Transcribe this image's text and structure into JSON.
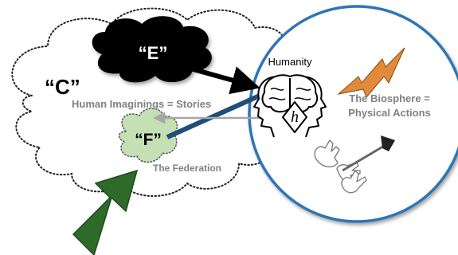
{
  "diagram": {
    "cloud_c": {
      "label": "“C”",
      "caption": "Human Imaginings = Stories"
    },
    "cloud_e": {
      "label": "“E”"
    },
    "cloud_f": {
      "label": "“F”",
      "caption": "The Federation"
    },
    "biosphere": {
      "title": "Humanity",
      "caption_line1": "The Biosphere =",
      "caption_line2": "Physical Actions",
      "head_glyph": "h"
    },
    "colors": {
      "arrow_e": "#000000",
      "arrow_f": "#1f4e79",
      "arrow_return": "#a6a6a6",
      "big_arrow": "#2e6b2a",
      "circle": "#2e75b6",
      "lightning": "#e08a3a",
      "cloud_f_fill": "#c5e0b4",
      "caption_gray": "#808080"
    },
    "icons": [
      "brain-head-icon",
      "lightning-icon",
      "hand-icon",
      "axe-icon"
    ]
  }
}
